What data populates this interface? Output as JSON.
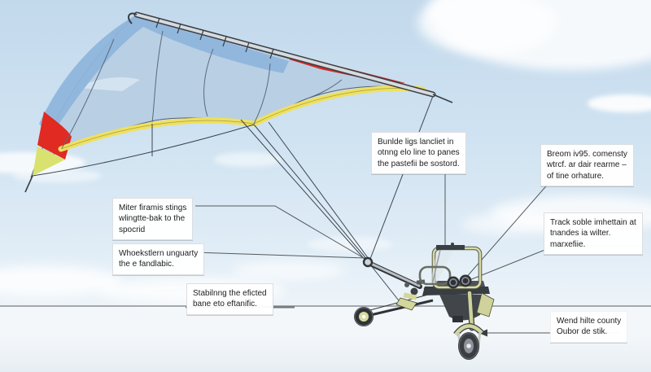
{
  "scene": {
    "subject": "annotated diagram of a hang-glider wing towing kite with an ultralight trike carriage on the ground",
    "background": "blue sky with soft white clouds above a pale ground plane and thin horizon line"
  },
  "labels": {
    "wing_frame": "Miter firamis stings\nwlingtte-bak to the\nspocrid",
    "wheel_stern": "Whoekstlern unguarty\nthe e fandlabic.",
    "stabilizer": "Stabilnng the eficted\nbane eto eftanific.",
    "bridle_lines": "Bunlde ligs lancliet in\notnng elo line to panes\nthe pastefii be sostord.",
    "boom": "Breom iv95. comensty\nwtrcf. ar dair rearme –\nof tine orhature.",
    "track_cable": "Track soble imhettain at\ntnandes ia wilter.\nmarxefiie.",
    "front_wheel": "Wend hilte county\nOubor de stik."
  },
  "colors": {
    "sky_top": "#c2d9ec",
    "sky_horizon": "#edf4f9",
    "ground": "#e7eef3",
    "sail_light_blue": "#b9cfe4",
    "sail_dark_blue_band": "#8fb5dc",
    "sail_red": "#e02a22",
    "sail_yellow_stripe": "#efe05e",
    "sail_yellow_green_tip": "#d9e26e",
    "trike_khaki": "#d6d9a0",
    "trike_dark": "#3a3f44",
    "line_color": "#4a5258",
    "horizon_line": "#8b8f93",
    "label_text": "#1d1d1d"
  }
}
